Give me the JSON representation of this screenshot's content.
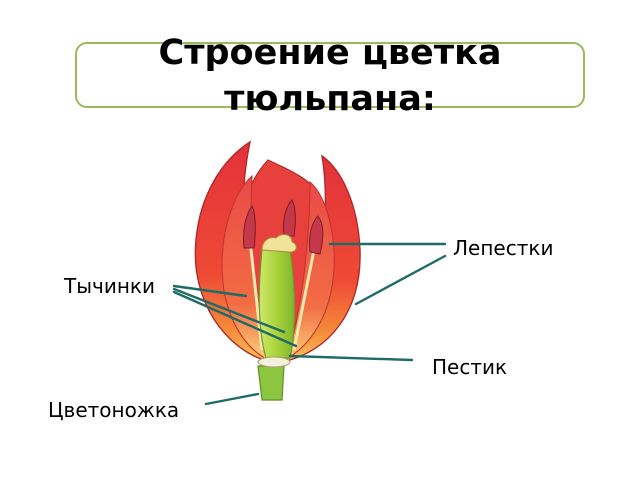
{
  "title": "Строение цветка тюльпана:",
  "labels": {
    "petals": "Лепестки",
    "stamens": "Тычинки",
    "pistil": "Пестик",
    "pedicel": "Цветоножка"
  },
  "colors": {
    "title_border": "#9bbb59",
    "leader_line": "#1f6b67",
    "petal_red": "#e8383a",
    "petal_orange": "#f58a3a",
    "pistil_green": "#b6d83e",
    "stem_green": "#8cc63f"
  }
}
